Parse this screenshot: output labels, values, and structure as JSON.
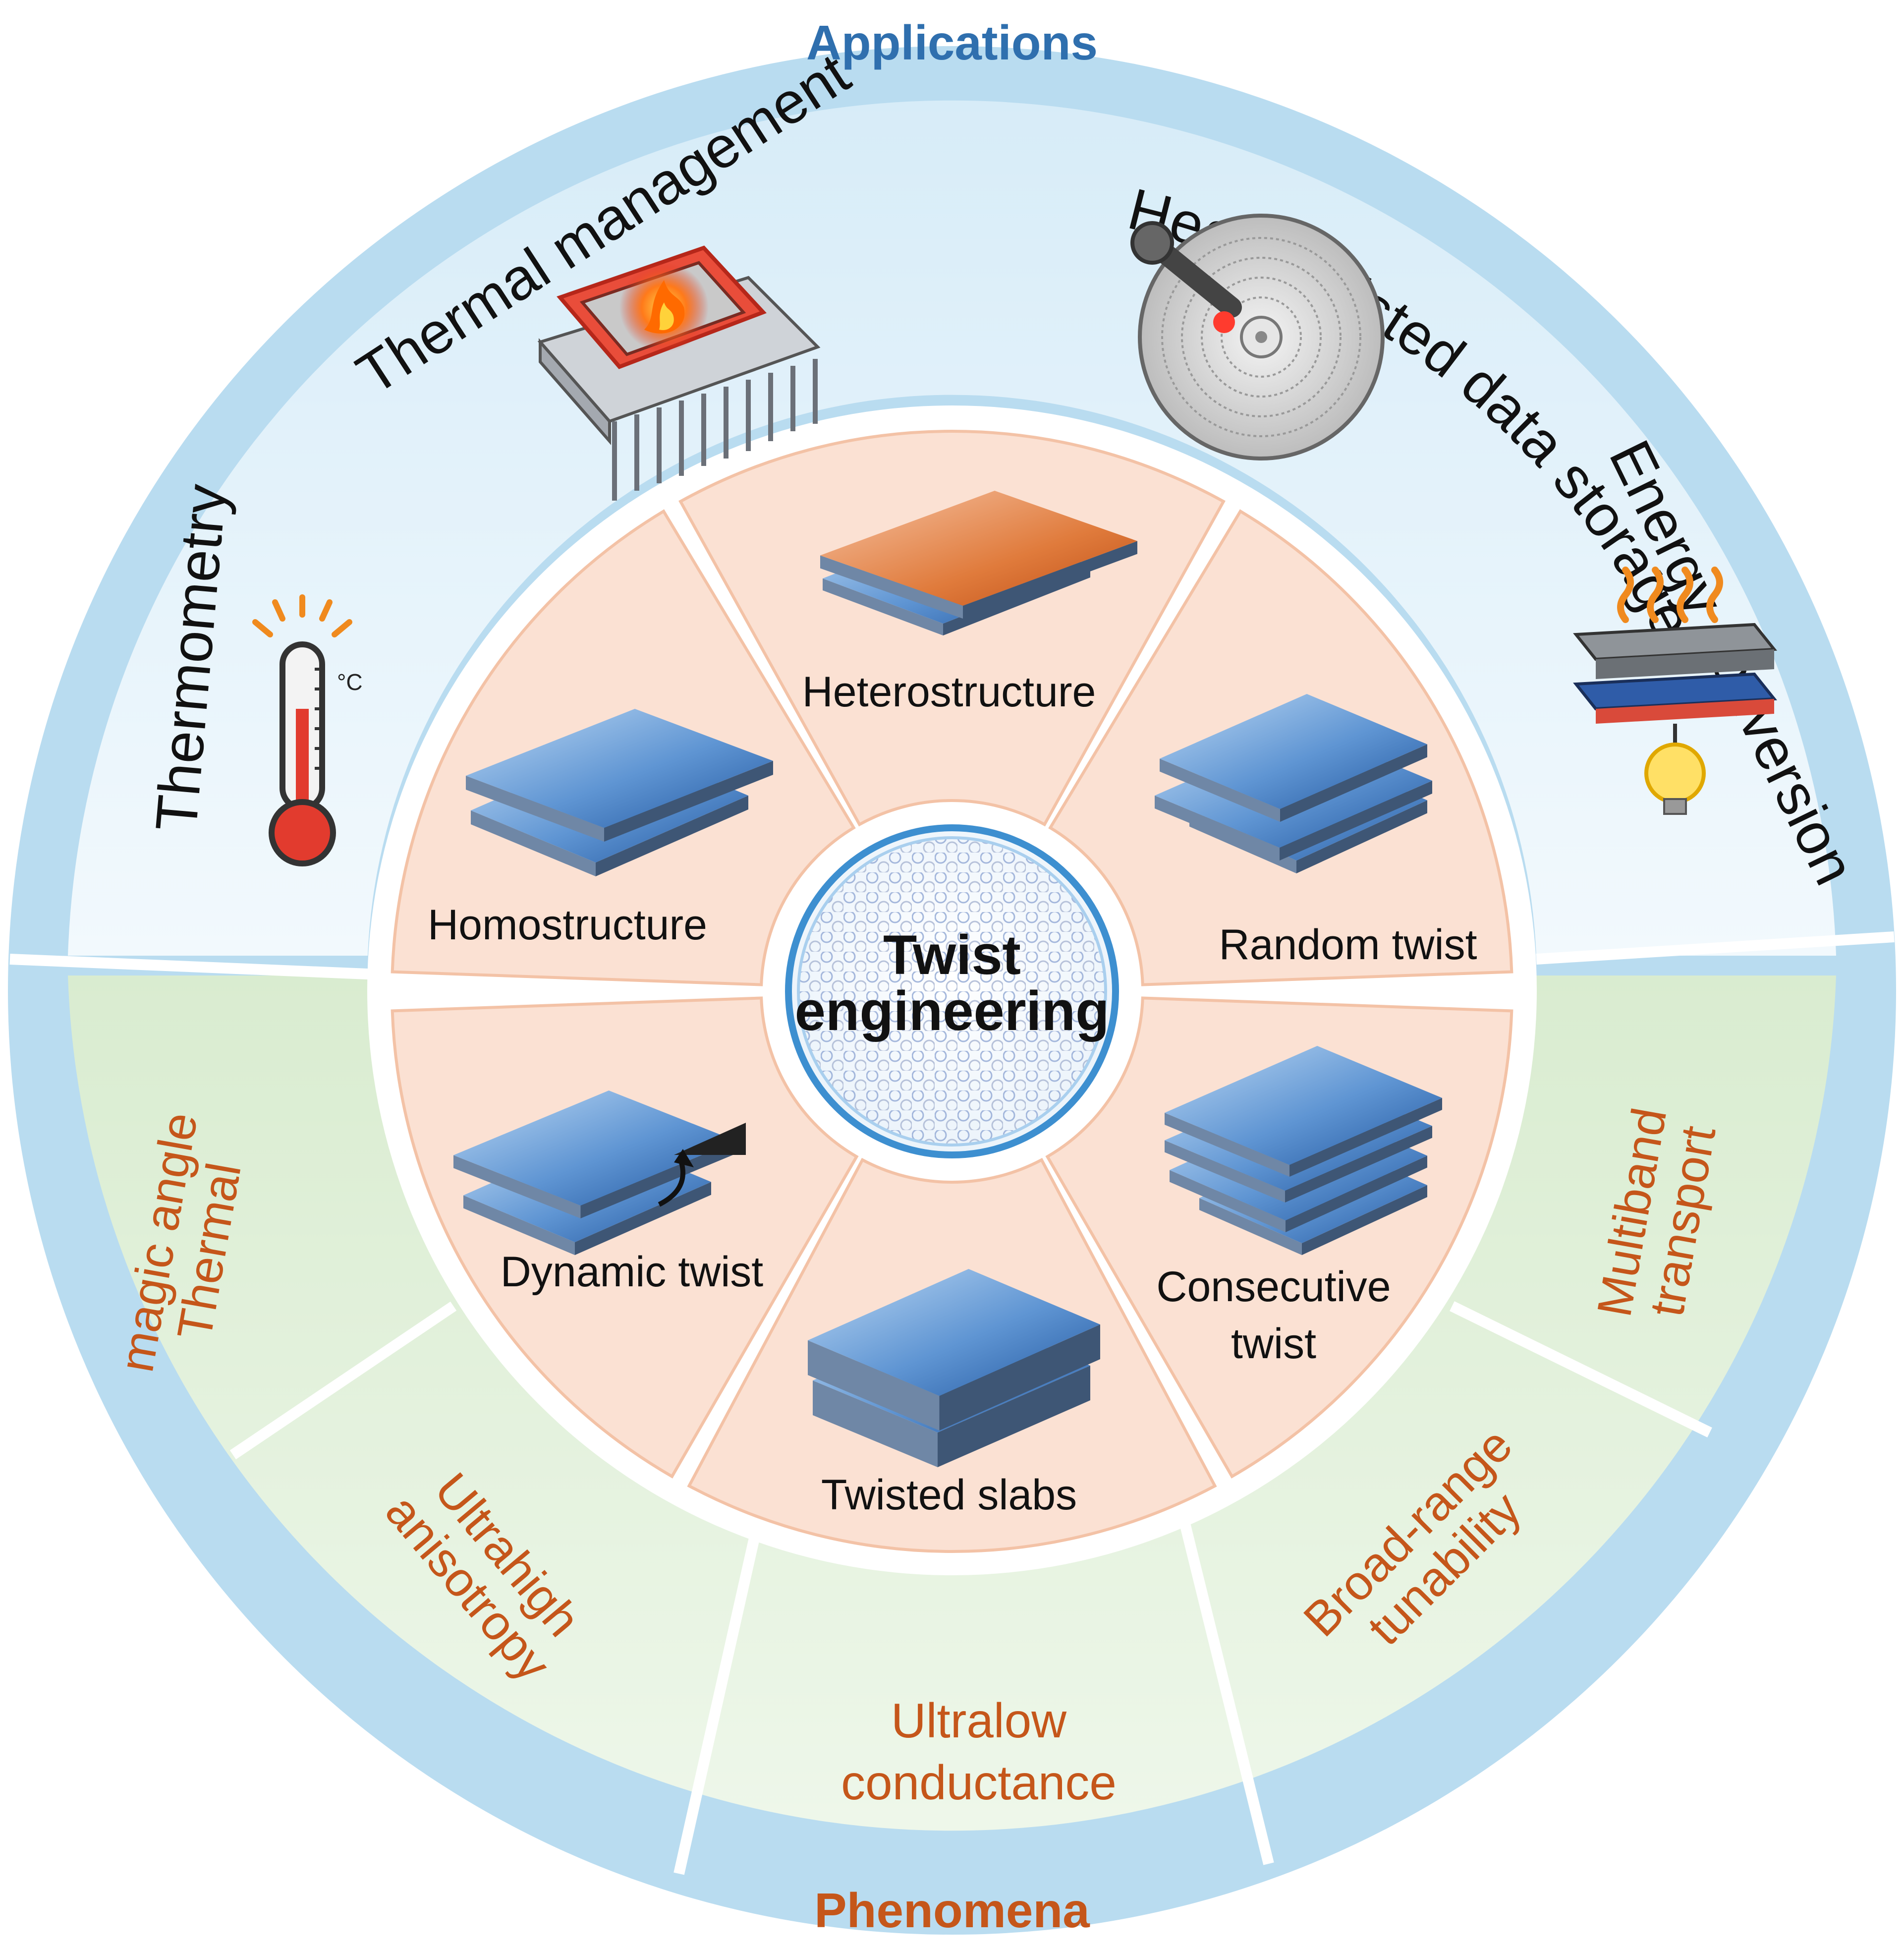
{
  "diagram": {
    "center_title": [
      "Twist",
      "engineering"
    ],
    "ring_labels": {
      "top": "Applications",
      "bottom": "Phenomena"
    },
    "applications": [
      {
        "label": "Thermometry",
        "icon": "thermometer-icon"
      },
      {
        "label": "Thermal  management",
        "icon": "heat-sink-chip-icon"
      },
      {
        "label": "Heat-assisted data storage",
        "icon": "hard-disk-icon"
      },
      {
        "label": "Energy conversion",
        "icon": "solar-panel-bulb-icon"
      }
    ],
    "thermometer_unit": "°C",
    "categories": [
      {
        "label": [
          "Heterostructure"
        ]
      },
      {
        "label": [
          "Random twist"
        ]
      },
      {
        "label": [
          "Consecutive",
          "twist"
        ]
      },
      {
        "label": [
          "Twisted slabs"
        ]
      },
      {
        "label": [
          "Dynamic twist"
        ]
      },
      {
        "label": [
          "Homostructure"
        ]
      }
    ],
    "phenomena": [
      {
        "label": [
          "Thermal",
          "magic angle"
        ]
      },
      {
        "label": [
          "Ultrahigh",
          "anisotropy"
        ]
      },
      {
        "label": [
          "Ultralow",
          "conductance"
        ]
      },
      {
        "label": [
          "Broad-range",
          "tunability"
        ]
      },
      {
        "label": [
          "Multiband",
          "transport"
        ]
      }
    ],
    "colors": {
      "outer_ring": "#b9dcf0",
      "applications_bg": "#e8f4fb",
      "phenomena_bg": "#e6f2df",
      "category_bg": "#fbe1d3",
      "category_border": "#f3c2a6",
      "ring_title_blue": "#2f6fae",
      "ring_title_orange": "#c5561a",
      "phenomena_text": "#c5561a",
      "slab_blue": "#3f79c0",
      "slab_orange": "#d96a2c"
    }
  }
}
